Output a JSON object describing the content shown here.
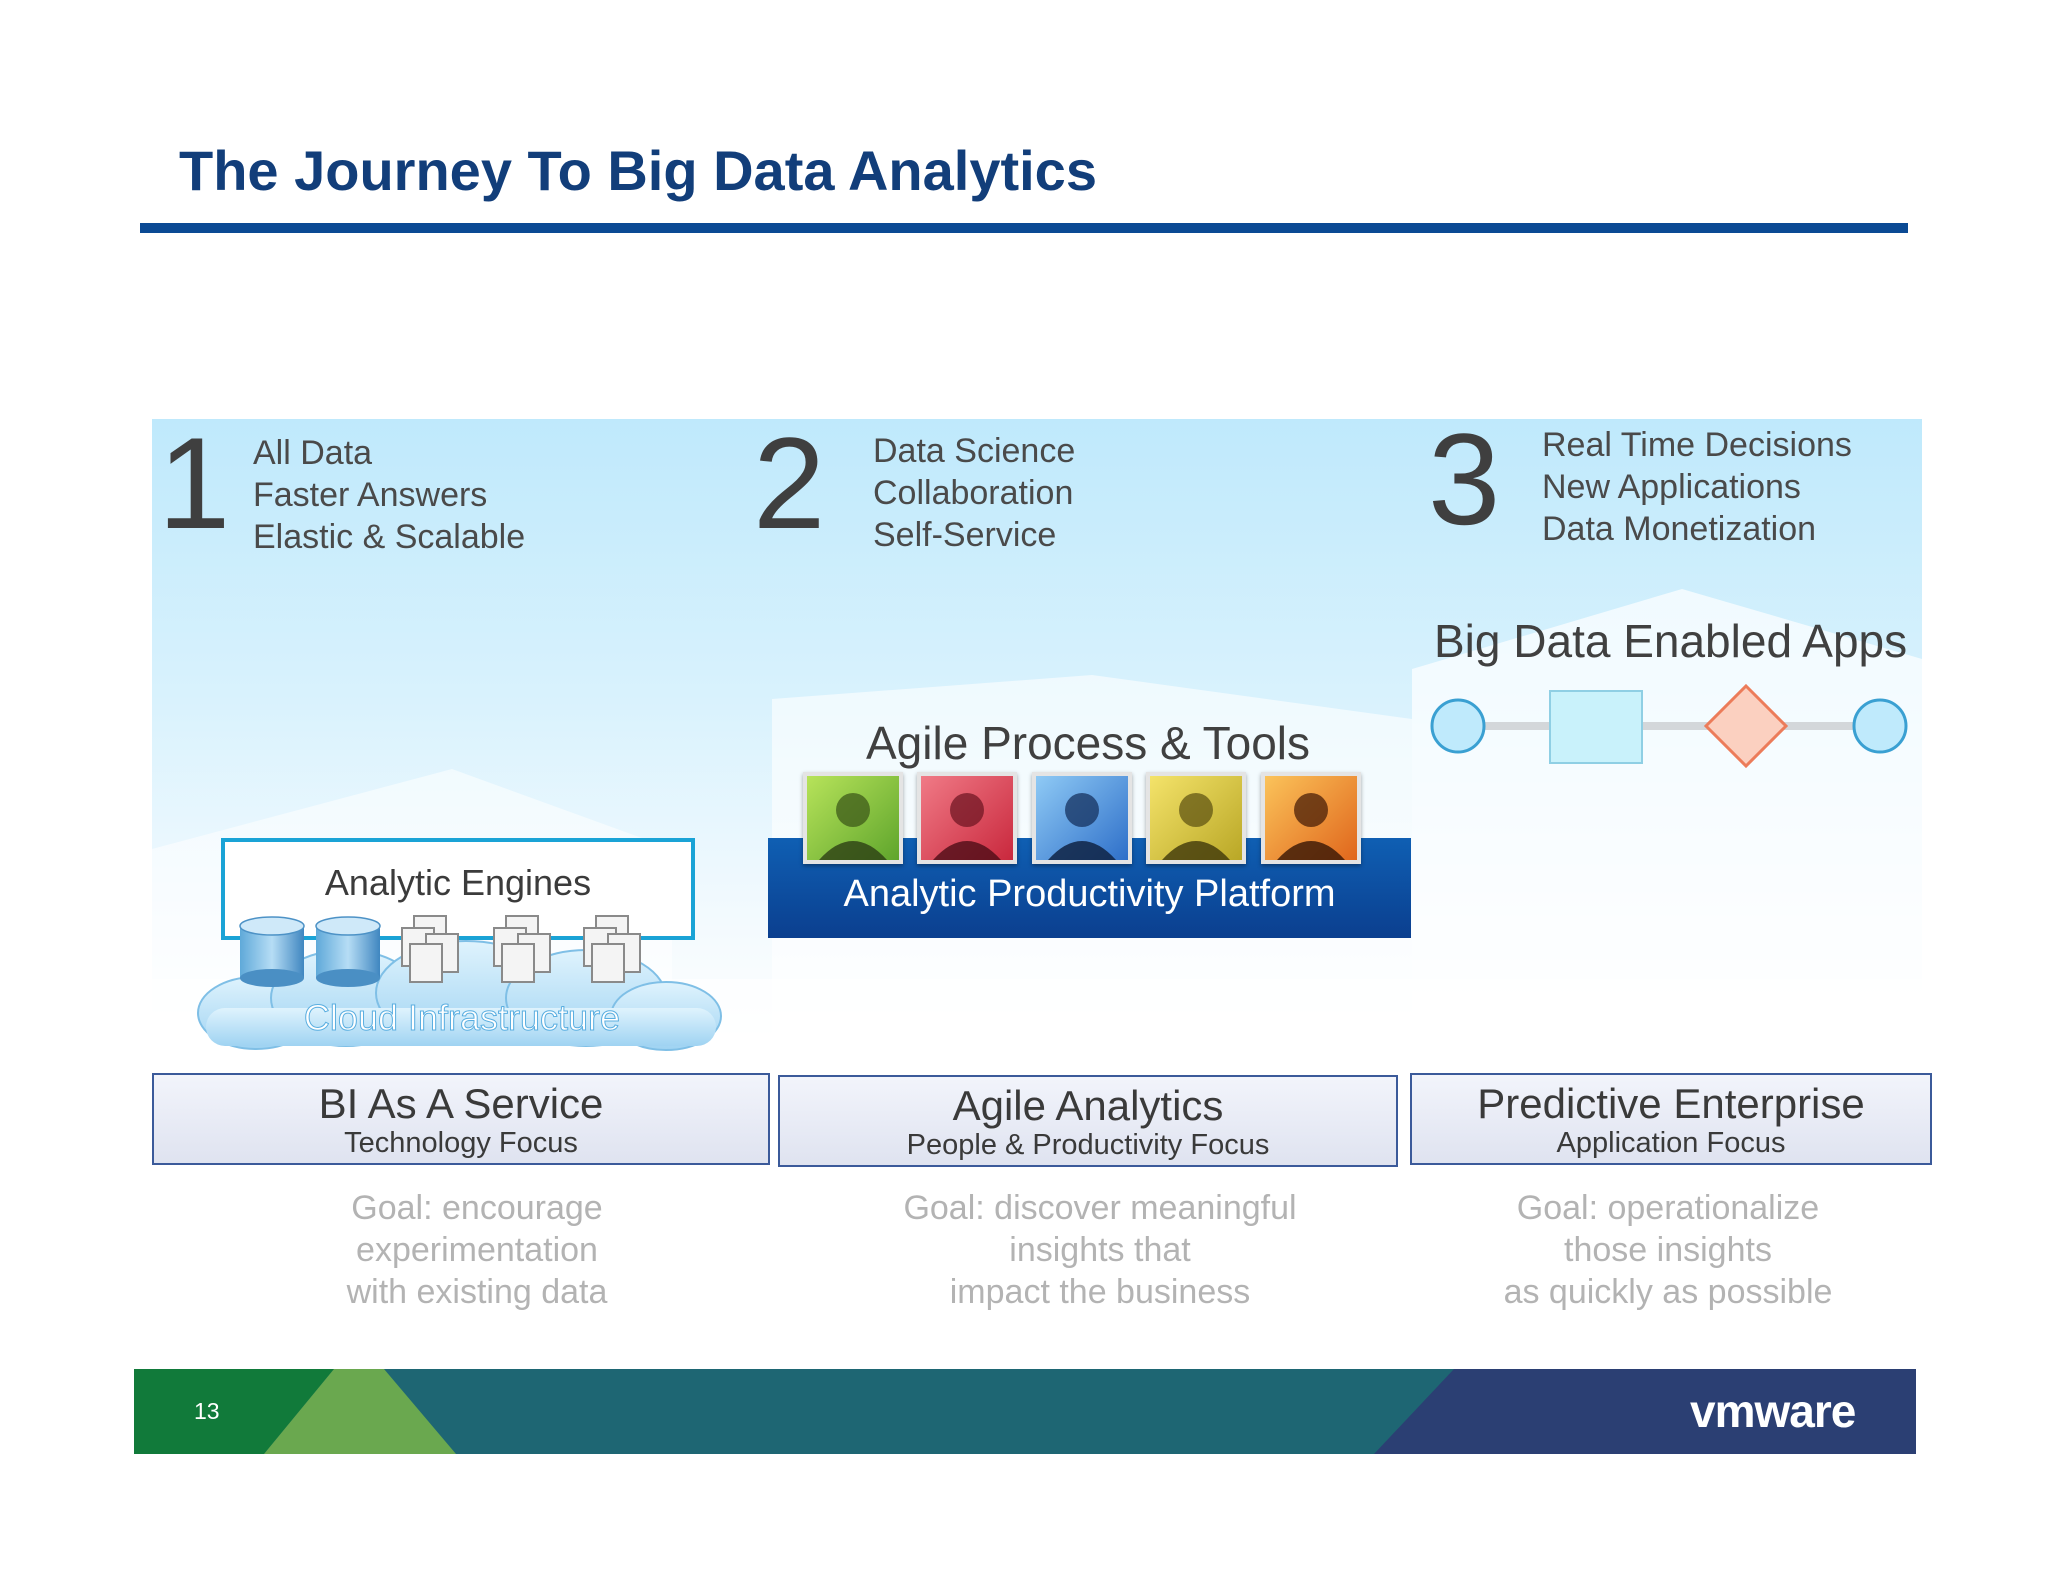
{
  "title": "The Journey To Big Data Analytics",
  "stages": [
    {
      "number": "1",
      "items": [
        "All Data",
        "Faster Answers",
        "Elastic & Scalable"
      ]
    },
    {
      "number": "2",
      "items": [
        "Data Science",
        "Collaboration",
        "Self-Service"
      ]
    },
    {
      "number": "3",
      "items": [
        "Real Time Decisions",
        "New Applications",
        "Data Monetization"
      ]
    }
  ],
  "stage1": {
    "engines_label": "Analytic Engines",
    "cloud_label": "Cloud Infrastructure"
  },
  "stage2": {
    "tools_label": "Agile Process & Tools",
    "platform_label": "Analytic Productivity Platform"
  },
  "stage3": {
    "apps_label": "Big Data Enabled Apps"
  },
  "focus_boxes": [
    {
      "title": "BI As A Service",
      "subtitle": "Technology Focus"
    },
    {
      "title": "Agile Analytics",
      "subtitle": "People & Productivity Focus"
    },
    {
      "title": "Predictive Enterprise",
      "subtitle": "Application Focus"
    }
  ],
  "goals": [
    [
      "Goal: encourage",
      "experimentation",
      "with existing data"
    ],
    [
      "Goal: discover meaningful",
      "insights that",
      "impact the business"
    ],
    [
      "Goal: operationalize",
      "those insights",
      "as quickly as possible"
    ]
  ],
  "footer": {
    "page_number": "13",
    "logo": "vmware"
  },
  "colors": {
    "title": "#123e7a",
    "accent": "#0b4a94",
    "platform": "#0b3f8f",
    "footer_green": "#117a3a",
    "footer_teal": "#1e6673",
    "footer_navy": "#2b3f73"
  }
}
